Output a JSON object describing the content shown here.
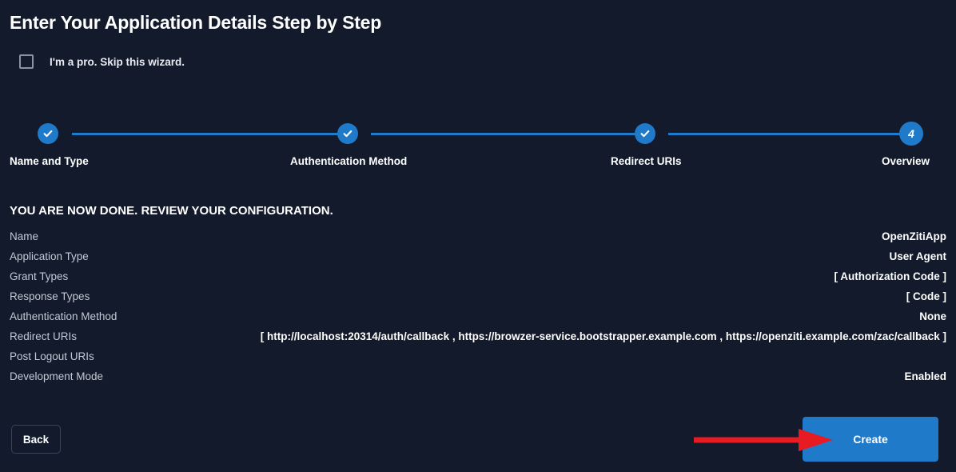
{
  "header": {
    "title": "Enter Your Application Details Step by Step"
  },
  "skip_wizard": {
    "label": "I'm a pro. Skip this wizard.",
    "checked": false
  },
  "stepper": {
    "active_step": 4,
    "steps": [
      {
        "number": "1",
        "label": "Name and Type",
        "state": "complete"
      },
      {
        "number": "2",
        "label": "Authentication Method",
        "state": "complete"
      },
      {
        "number": "3",
        "label": "Redirect URIs",
        "state": "complete"
      },
      {
        "number": "4",
        "label": "Overview",
        "state": "active"
      }
    ]
  },
  "review": {
    "heading": "YOU ARE NOW DONE. REVIEW YOUR CONFIGURATION.",
    "rows": [
      {
        "label": "Name",
        "value": "OpenZitiApp"
      },
      {
        "label": "Application Type",
        "value": "User Agent"
      },
      {
        "label": "Grant Types",
        "value": "[ Authorization Code ]"
      },
      {
        "label": "Response Types",
        "value": "[ Code ]"
      },
      {
        "label": "Authentication Method",
        "value": "None"
      },
      {
        "label": "Redirect URIs",
        "value": "[ http://localhost:20314/auth/callback , https://browzer-service.bootstrapper.example.com , https://openziti.example.com/zac/callback ]"
      },
      {
        "label": "Post Logout URIs",
        "value": ""
      },
      {
        "label": "Development Mode",
        "value": "Enabled"
      }
    ]
  },
  "footer": {
    "back_label": "Back",
    "create_label": "Create"
  },
  "annotation": {
    "arrow_color": "#e81b23",
    "points_to": "Create"
  },
  "colors": {
    "background": "#121a2b",
    "accent_blue": "#1f7ac9",
    "text_primary": "#ffffff",
    "text_secondary": "#c3c9d4",
    "arrow_red": "#e81b23"
  }
}
